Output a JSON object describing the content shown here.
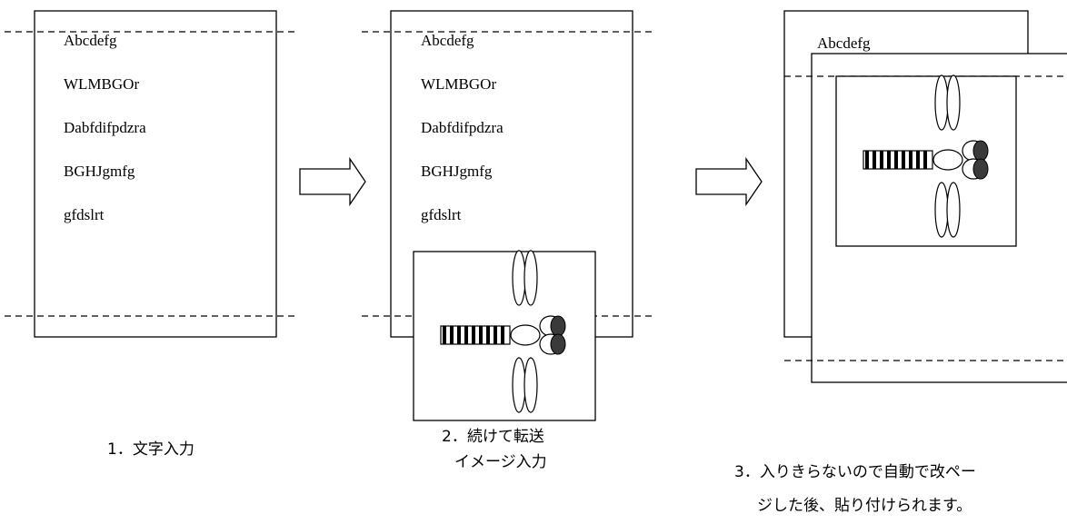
{
  "sample_lines": [
    "Abcdefg",
    "WLMBGOr",
    "Dabfdifpdzra",
    "BGHJgmfg",
    "gfdslrt"
  ],
  "captions": {
    "step1": "1．文字入力",
    "step2_line1": "2．続けて転送",
    "step2_line2": "イメージ入力",
    "step3_line1": "3．入りきらないので自動で改ペー",
    "step3_line2": "ジした後、貼り付けられます。"
  }
}
